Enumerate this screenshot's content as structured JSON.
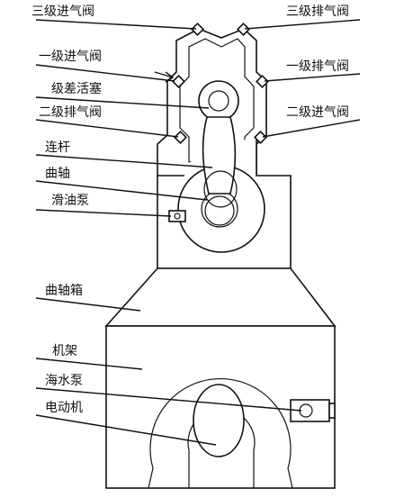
{
  "labels": {
    "third_stage_intake_valve": "三级进气阀",
    "third_stage_exhaust_valve": "三级排气阀",
    "first_stage_intake_valve": "一级进气阀",
    "first_stage_exhaust_valve": "一级排气阀",
    "stepped_piston": "级差活塞",
    "second_stage_exhaust_valve": "二级排气阀",
    "second_stage_intake_valve": "二级进气阀",
    "connecting_rod": "连杆",
    "crankshaft": "曲轴",
    "lube_oil_pump": "滑油泵",
    "crankcase": "曲轴箱",
    "frame": "机架",
    "seawater_pump": "海水泵",
    "electric_motor": "电动机"
  }
}
